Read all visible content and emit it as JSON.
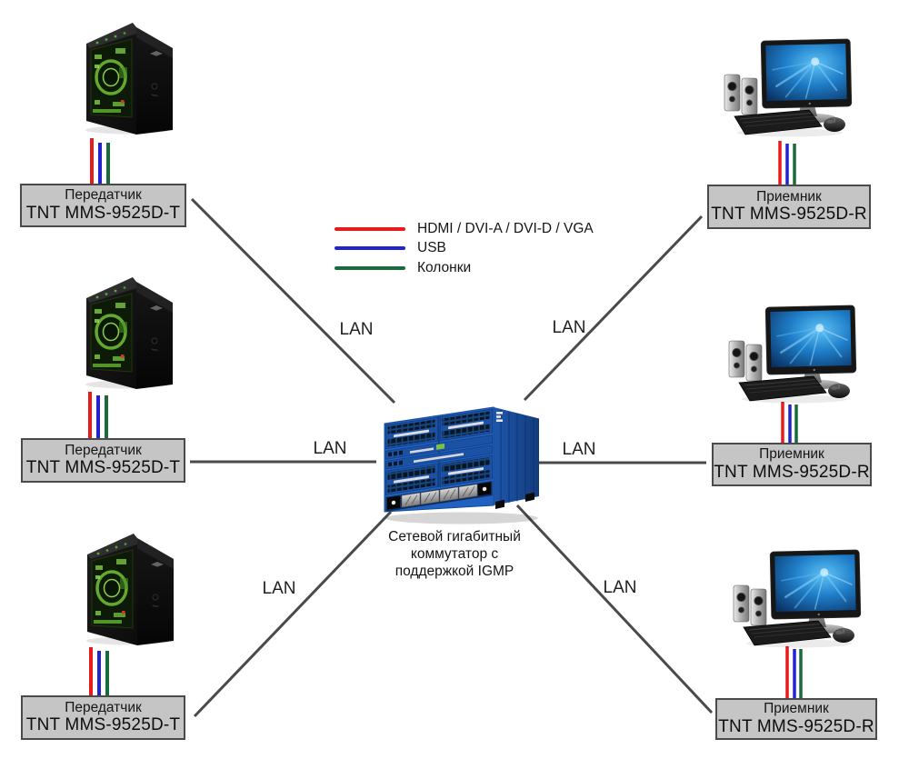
{
  "diagram": {
    "transmitters": [
      {
        "title": "Передатчик",
        "model": "TNT MMS-9525D-T"
      },
      {
        "title": "Передатчик",
        "model": "TNT MMS-9525D-T"
      },
      {
        "title": "Передатчик",
        "model": "TNT MMS-9525D-T"
      }
    ],
    "receivers": [
      {
        "title": "Приемник",
        "model": "TNT MMS-9525D-R"
      },
      {
        "title": "Приемник",
        "model": "TNT MMS-9525D-R"
      },
      {
        "title": "Приемник",
        "model": "TNT MMS-9525D-R"
      }
    ],
    "switch_caption": [
      "Сетевой гигабитный",
      "коммутатор с",
      "поддержкой IGMP"
    ],
    "lan_labels": [
      "LAN",
      "LAN",
      "LAN",
      "LAN",
      "LAN",
      "LAN"
    ]
  },
  "legend": {
    "items": [
      {
        "label": "HDMI / DVI-A / DVI-D / VGA",
        "color": "#e81a1a"
      },
      {
        "label": "USB",
        "color": "#2323cd"
      },
      {
        "label": "Колонки",
        "color": "#1a6b3c"
      }
    ]
  },
  "colors": {
    "link_line": "#4a4a4a",
    "hdmi_cable": "#e81a1a",
    "usb_cable": "#2323cd",
    "speaker_cable": "#1a6b3c",
    "label_box_bg": "#c5c5c5",
    "label_box_border": "#4a4a4a",
    "switch_blue": "#2161c2"
  }
}
